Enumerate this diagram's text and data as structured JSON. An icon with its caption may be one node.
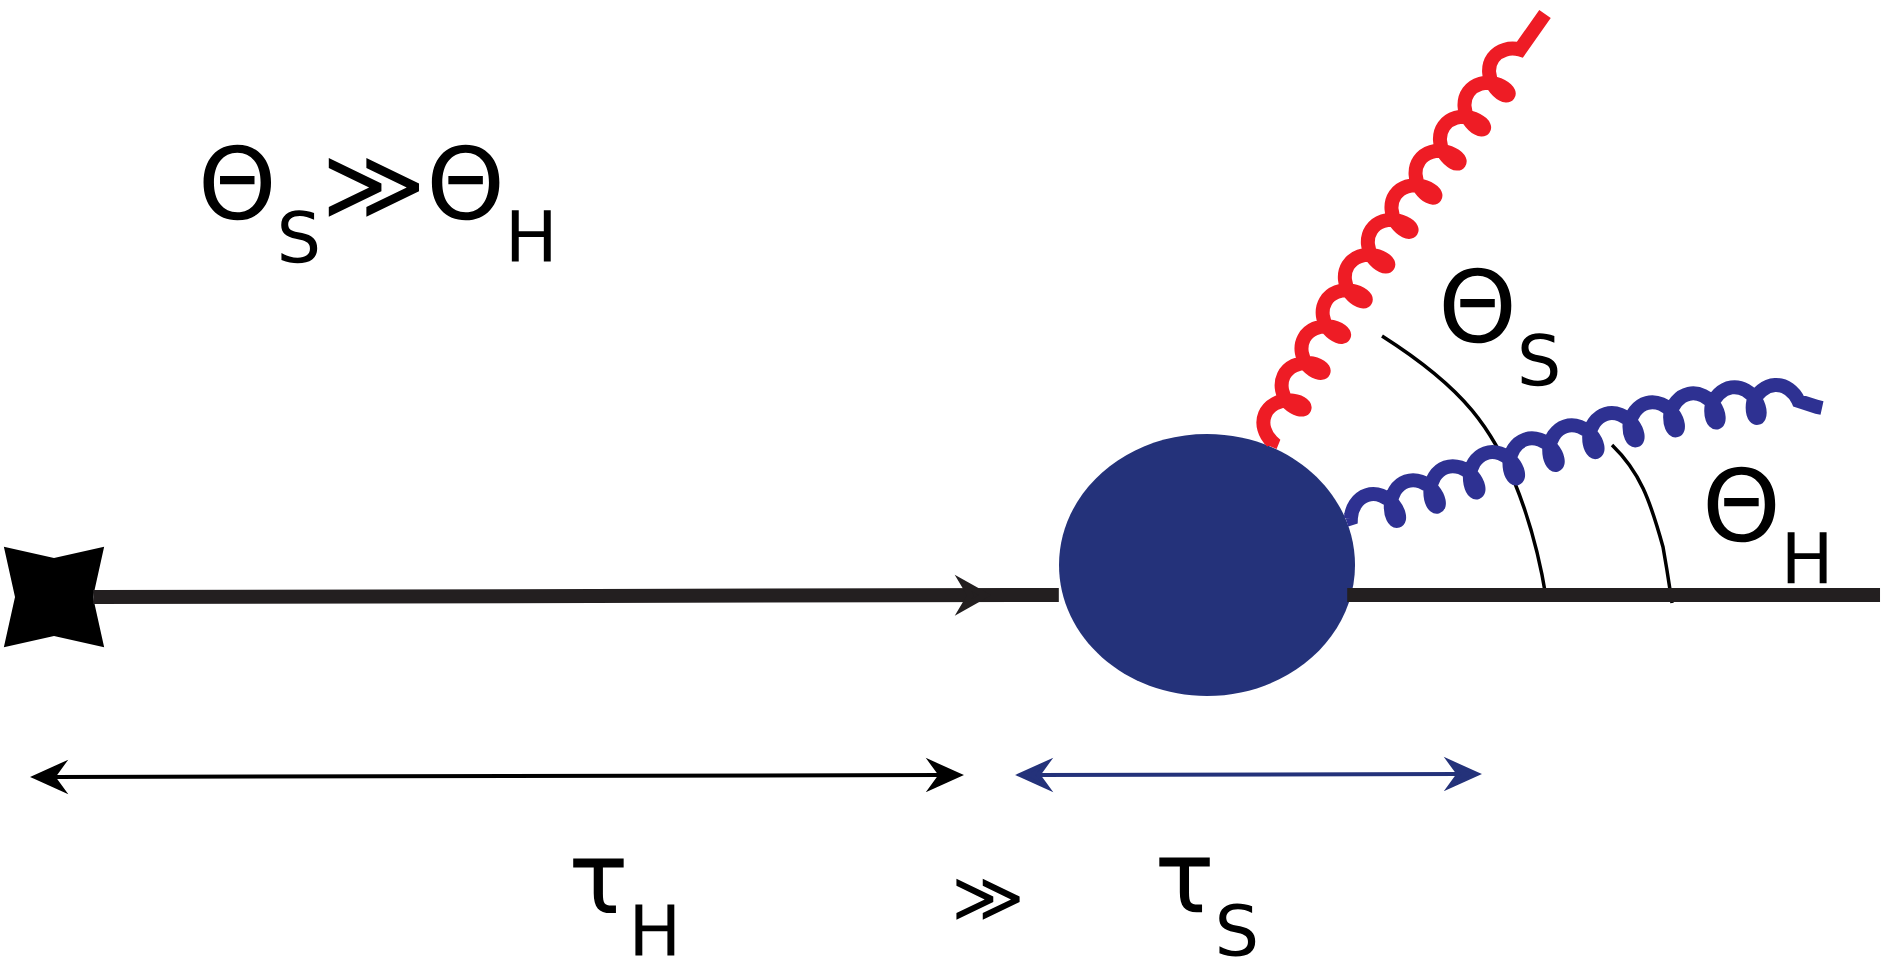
{
  "diagram": {
    "nodes": [
      {
        "text": [],
        "shape": "star"
      },
      {
        "text": [],
        "shape": "circle"
      }
    ],
    "edges": [
      {
        "from": 0,
        "to": 1,
        "arrow": "to"
      },
      {
        "from": 1,
        "to": null,
        "arrow": "none"
      },
      {
        "from": 1,
        "to": null,
        "arrow": "none",
        "color": "#ee1c25"
      },
      {
        "from": 1,
        "to": null,
        "arrow": "none",
        "color": "#2e3192"
      }
    ],
    "labels": [
      "Θ$_{S}$≫Θ$_{H}$",
      "Θ$_{S}$",
      "Θ$_{H}$",
      "τ$_{H}$",
      "≫",
      "τ$_{S}$"
    ]
  }
}
